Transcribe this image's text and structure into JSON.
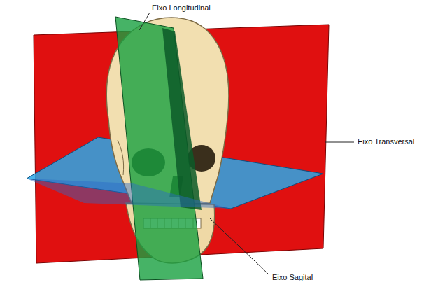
{
  "diagram": {
    "labels": [
      "Eixo Longitudinal",
      "Eixo Transversal",
      "Eixo Sagital"
    ]
  }
}
